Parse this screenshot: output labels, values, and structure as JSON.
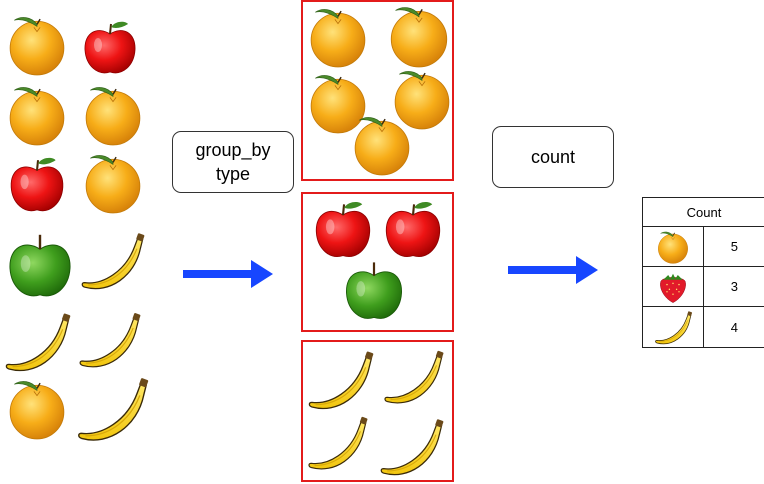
{
  "steps": {
    "group_label": "group_by\ntype",
    "count_label": "count"
  },
  "input_fruits": [
    "orange",
    "apple",
    "orange",
    "orange",
    "apple",
    "orange",
    "green-apple",
    "banana",
    "banana",
    "banana",
    "orange",
    "banana"
  ],
  "groups": [
    {
      "type": "orange",
      "items": 5
    },
    {
      "type": "apple",
      "items": 3
    },
    {
      "type": "banana",
      "items": 4
    }
  ],
  "table": {
    "header": "Count",
    "rows": [
      {
        "icon": "orange-icon",
        "count": "5"
      },
      {
        "icon": "strawberry-icon",
        "count": "3"
      },
      {
        "icon": "banana-icon",
        "count": "4"
      }
    ]
  },
  "colors": {
    "group_border": "#e31b1b",
    "arrow": "#1746ff",
    "orange": "#f5a412",
    "apple": "#e01010",
    "green_apple": "#3a9a1c",
    "banana": "#f7d21a"
  }
}
